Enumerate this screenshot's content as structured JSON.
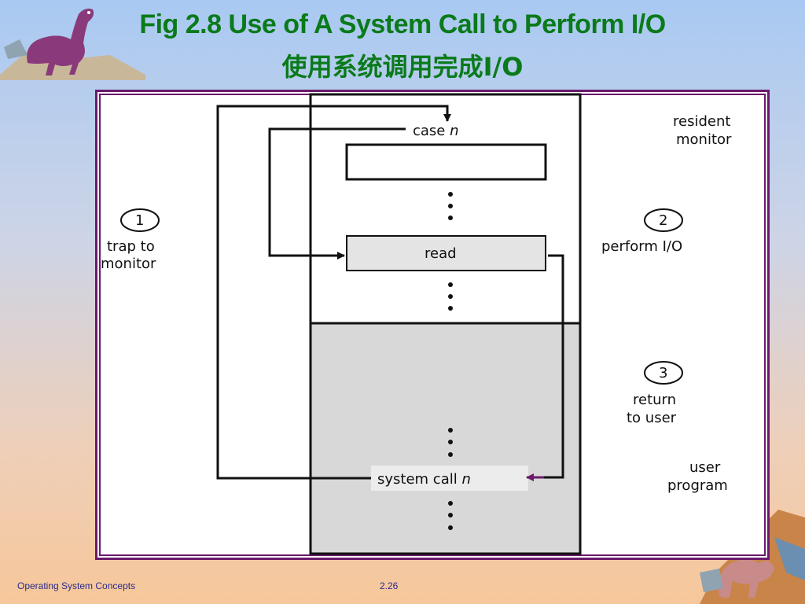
{
  "slide": {
    "title_en": "Fig 2.8 Use of A System Call to Perform I/O",
    "title_cn": "使用系统调用完成I/O",
    "footer_left": "Operating System Concepts",
    "footer_page": "2.26"
  },
  "diagram": {
    "case_label": "case",
    "case_var": "n",
    "read_label": "read",
    "syscall_label": "system call",
    "syscall_var": "n",
    "resident_line1": "resident",
    "resident_line2": "monitor",
    "user_line1": "user",
    "user_line2": "program",
    "step1_num": "1",
    "step1_line1": "trap to",
    "step1_line2": "monitor",
    "step2_num": "2",
    "step2_line1": "perform I/O",
    "step3_num": "3",
    "step3_line1": "return",
    "step3_line2": "to user"
  },
  "colors": {
    "title": "#0a7a1a",
    "frame": "#6b1a6b",
    "user_area": "#d8d8d8",
    "read_box": "#e4e4e4",
    "return_arrow": "#6b1a6b"
  }
}
